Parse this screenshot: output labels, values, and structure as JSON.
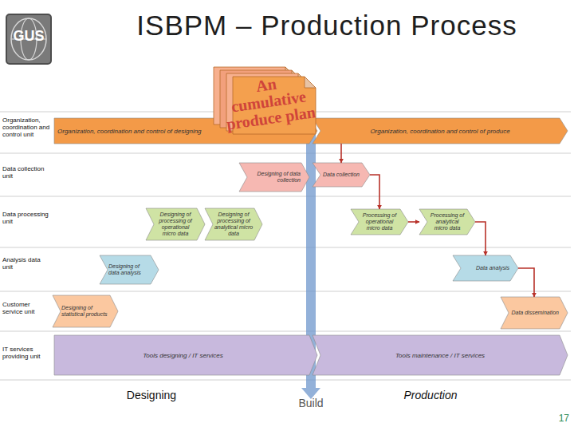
{
  "diagram": {
    "title": "ISBPM – Production Process",
    "nodes": [
      {
        "text": [
          "An cumulative produce plan"
        ]
      },
      {
        "text": [
          "Organization, coordination and control of designing"
        ]
      },
      {
        "text": [
          "Organization, coordination and control of produce"
        ]
      },
      {
        "text": [
          "Designing of data collection"
        ]
      },
      {
        "text": [
          "Data collection"
        ]
      },
      {
        "text": [
          "Designing of processing of operational micro data"
        ]
      },
      {
        "text": [
          "Designing of processing of analytical micro data"
        ]
      },
      {
        "text": [
          "Processing of operational micro data"
        ]
      },
      {
        "text": [
          "Processing of analytical micro data"
        ]
      },
      {
        "text": [
          "Designing of data analysis"
        ]
      },
      {
        "text": [
          "Data analysis"
        ]
      },
      {
        "text": [
          "Designing of statistical products"
        ]
      },
      {
        "text": [
          "Data dissemination"
        ]
      },
      {
        "text": [
          "Tools designing / IT services"
        ]
      },
      {
        "text": [
          "Tools maintenance / IT services"
        ]
      }
    ],
    "edges": [
      {
        "from": 2,
        "to": 4,
        "arrow": "to"
      },
      {
        "from": 4,
        "to": 7,
        "arrow": "to"
      },
      {
        "from": 7,
        "to": 8,
        "arrow": "to"
      },
      {
        "from": 8,
        "to": 10,
        "arrow": "to"
      },
      {
        "from": 10,
        "to": 12,
        "arrow": "to"
      }
    ],
    "labels": [
      "GUS",
      "Organization, coordination and control unit",
      "Data collection unit",
      "Data processing unit",
      "Analysis data unit",
      "Customer service unit",
      "IT services providing unit",
      "Designing",
      "Build",
      "Production",
      "17"
    ]
  }
}
